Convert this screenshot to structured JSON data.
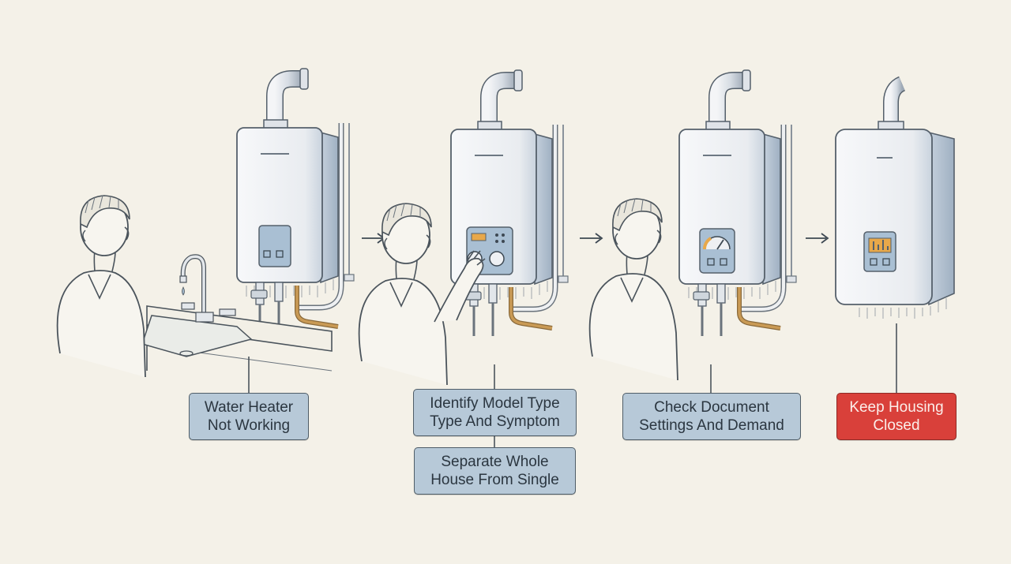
{
  "steps": [
    {
      "id": "step-1",
      "labels": [
        {
          "lines": [
            "Water Heater",
            "Not Working"
          ],
          "tone": "info"
        }
      ]
    },
    {
      "id": "step-2",
      "labels": [
        {
          "lines": [
            "Identify Model Type",
            "Type And Symptom"
          ],
          "tone": "info"
        },
        {
          "lines": [
            "Separate Whole",
            "House From Single"
          ],
          "tone": "info"
        }
      ]
    },
    {
      "id": "step-3",
      "labels": [
        {
          "lines": [
            "Check Document",
            "Settings And Demand"
          ],
          "tone": "info"
        }
      ]
    },
    {
      "id": "step-4",
      "labels": [
        {
          "lines": [
            "Keep Housing",
            "Closed"
          ],
          "tone": "warning"
        }
      ]
    }
  ],
  "colors": {
    "background": "#f4f1e8",
    "info_box": "#b7c9d8",
    "warning_box": "#d9403a",
    "heater_body": "#eef0f3",
    "heater_panel": "#a9bfd3",
    "copper_pipe": "#c99a55",
    "display_orange": "#e8a84a"
  },
  "icons": [
    "arrow-right-icon",
    "water-heater-icon",
    "person-icon",
    "faucet-icon",
    "sink-icon",
    "pressure-gauge-icon",
    "control-knob-icon"
  ]
}
